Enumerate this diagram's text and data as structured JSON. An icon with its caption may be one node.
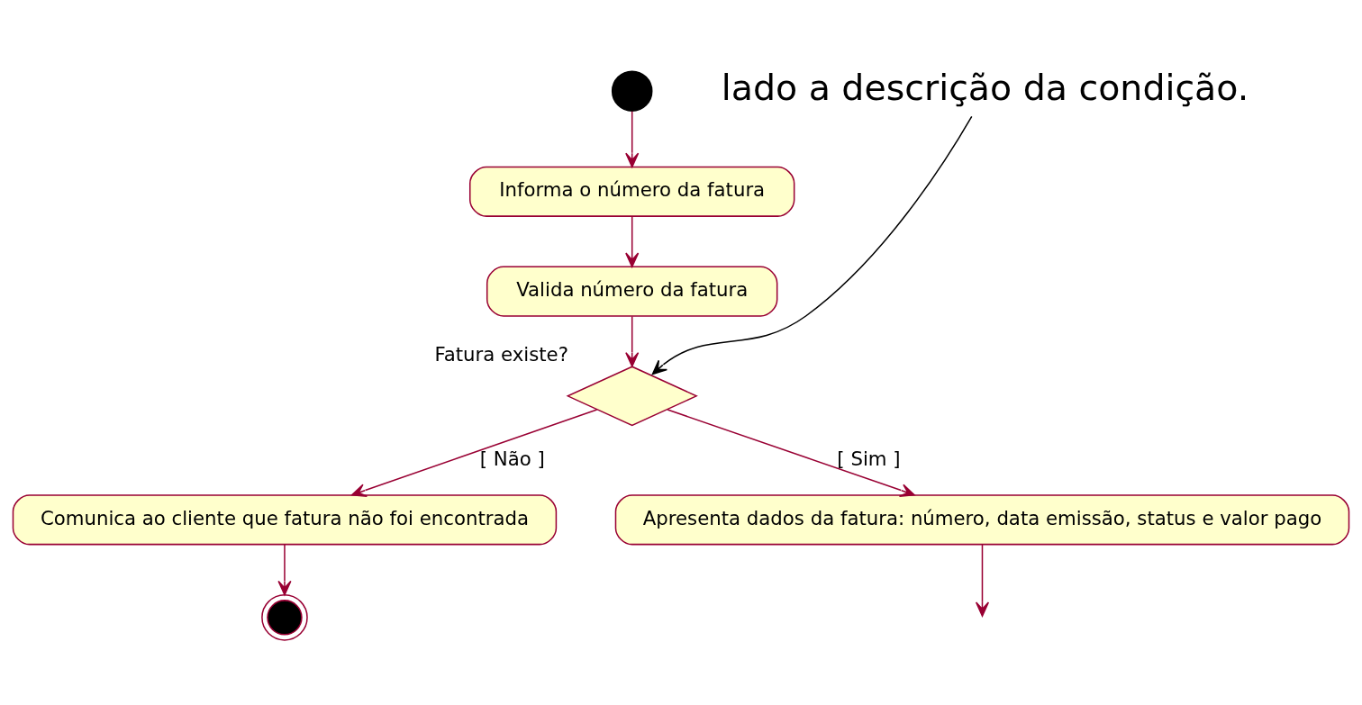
{
  "diagram": {
    "nodes": [
      {
        "text": [
          "lado a descrição da condição."
        ]
      },
      {
        "text": [],
        "shape": "circle"
      },
      {
        "text": [
          "Informa o número da fatura"
        ]
      },
      {
        "text": [
          "Valida número da fatura"
        ]
      },
      {
        "text": [],
        "shape": "diamond",
        "beside": [
          "Fatura existe?"
        ]
      },
      {
        "text": [
          "Comunica ao cliente que fatura não foi encontrada"
        ]
      },
      {
        "text": [
          "Apresenta dados da fatura: número, data emissão, status e valor pago"
        ]
      },
      {
        "text": [],
        "shape": "circle"
      }
    ],
    "edges": [
      {
        "from": 0,
        "to": 4,
        "arrow": "to",
        "color": "#000000"
      },
      {
        "from": 1,
        "to": 2,
        "arrow": "to"
      },
      {
        "from": 2,
        "to": 3,
        "arrow": "to"
      },
      {
        "from": 3,
        "to": 4,
        "arrow": "to"
      },
      {
        "from": 4,
        "to": 5,
        "arrow": "to",
        "label": "[ Não ]"
      },
      {
        "from": 4,
        "to": 6,
        "arrow": "to",
        "label": "[ Sim ]"
      },
      {
        "from": 5,
        "to": 7,
        "arrow": "to"
      },
      {
        "from": 6,
        "to": null,
        "arrow": "to"
      }
    ]
  }
}
